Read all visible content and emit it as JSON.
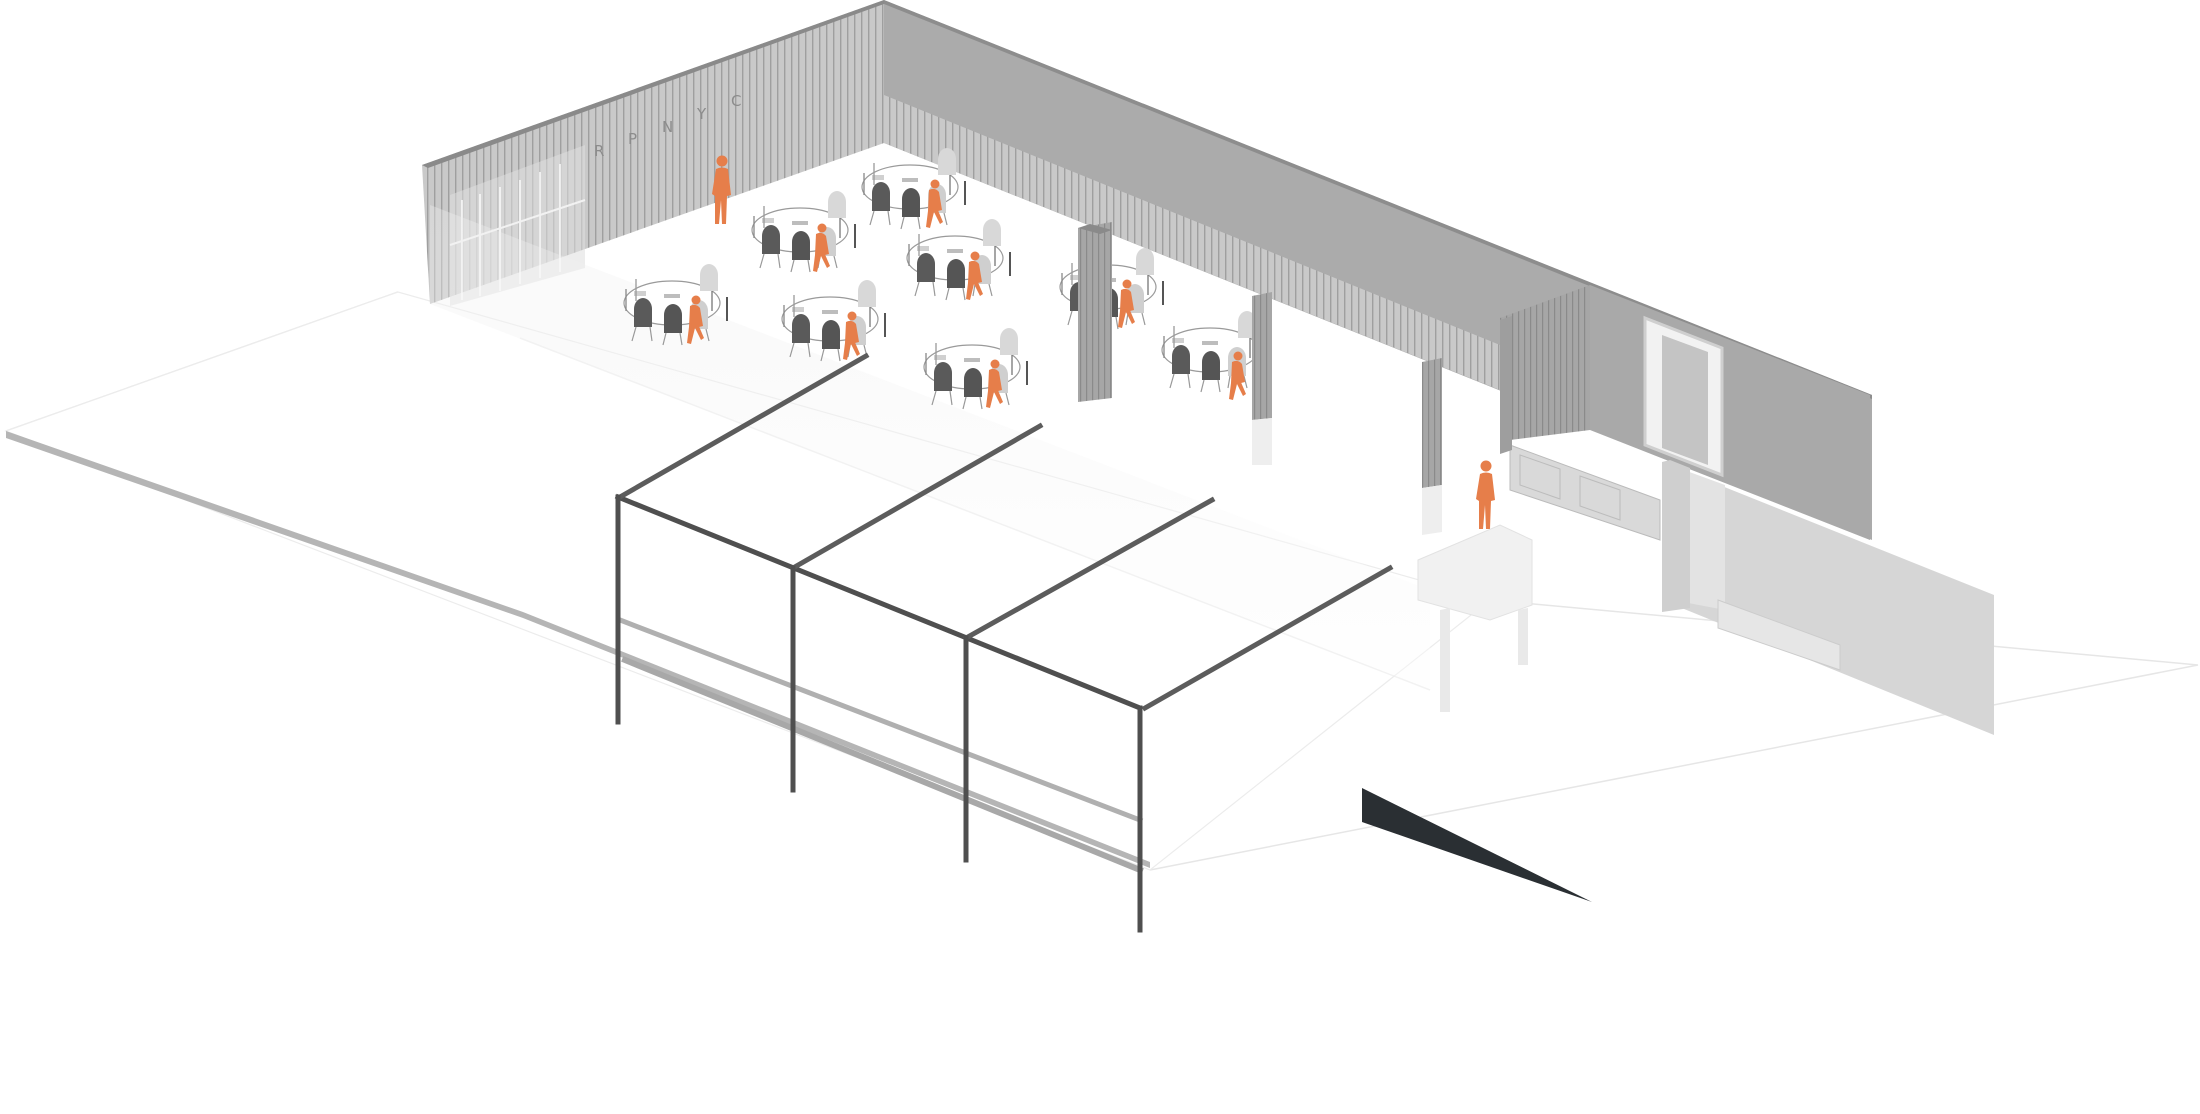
{
  "wall_sign": {
    "letters": [
      "R",
      "P",
      "N",
      "Y",
      "C"
    ]
  },
  "colors": {
    "wall_dark": "#a9a9a9",
    "wall_light": "#d4d4d4",
    "wall_lighter": "#e4e4e4",
    "frame": "#555555",
    "chair_dark": "#555555",
    "chair_light": "#cfcfcf",
    "person": "#e67e4a",
    "ramp": "#2a2f33",
    "ground_line": "#e6e6e6"
  },
  "icons": {
    "person": "person-figure-icon",
    "table_set": "round-table-set-icon"
  }
}
